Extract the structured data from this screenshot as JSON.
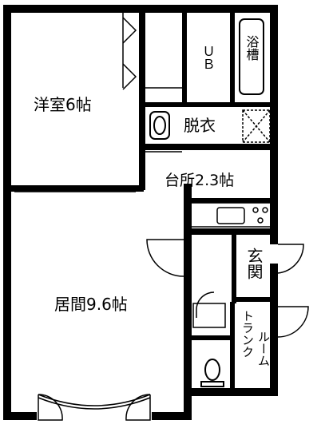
{
  "rooms": {
    "western_room": "洋室6帖",
    "living_room": "居間9.6帖",
    "kitchen": "台所2.3帖",
    "unit_bath": "ＵＢ",
    "bathtub": "浴槽",
    "dressing": "脱衣",
    "entrance": "玄関",
    "trunk_room_a": "トランク",
    "trunk_room_b": "ルーム"
  }
}
